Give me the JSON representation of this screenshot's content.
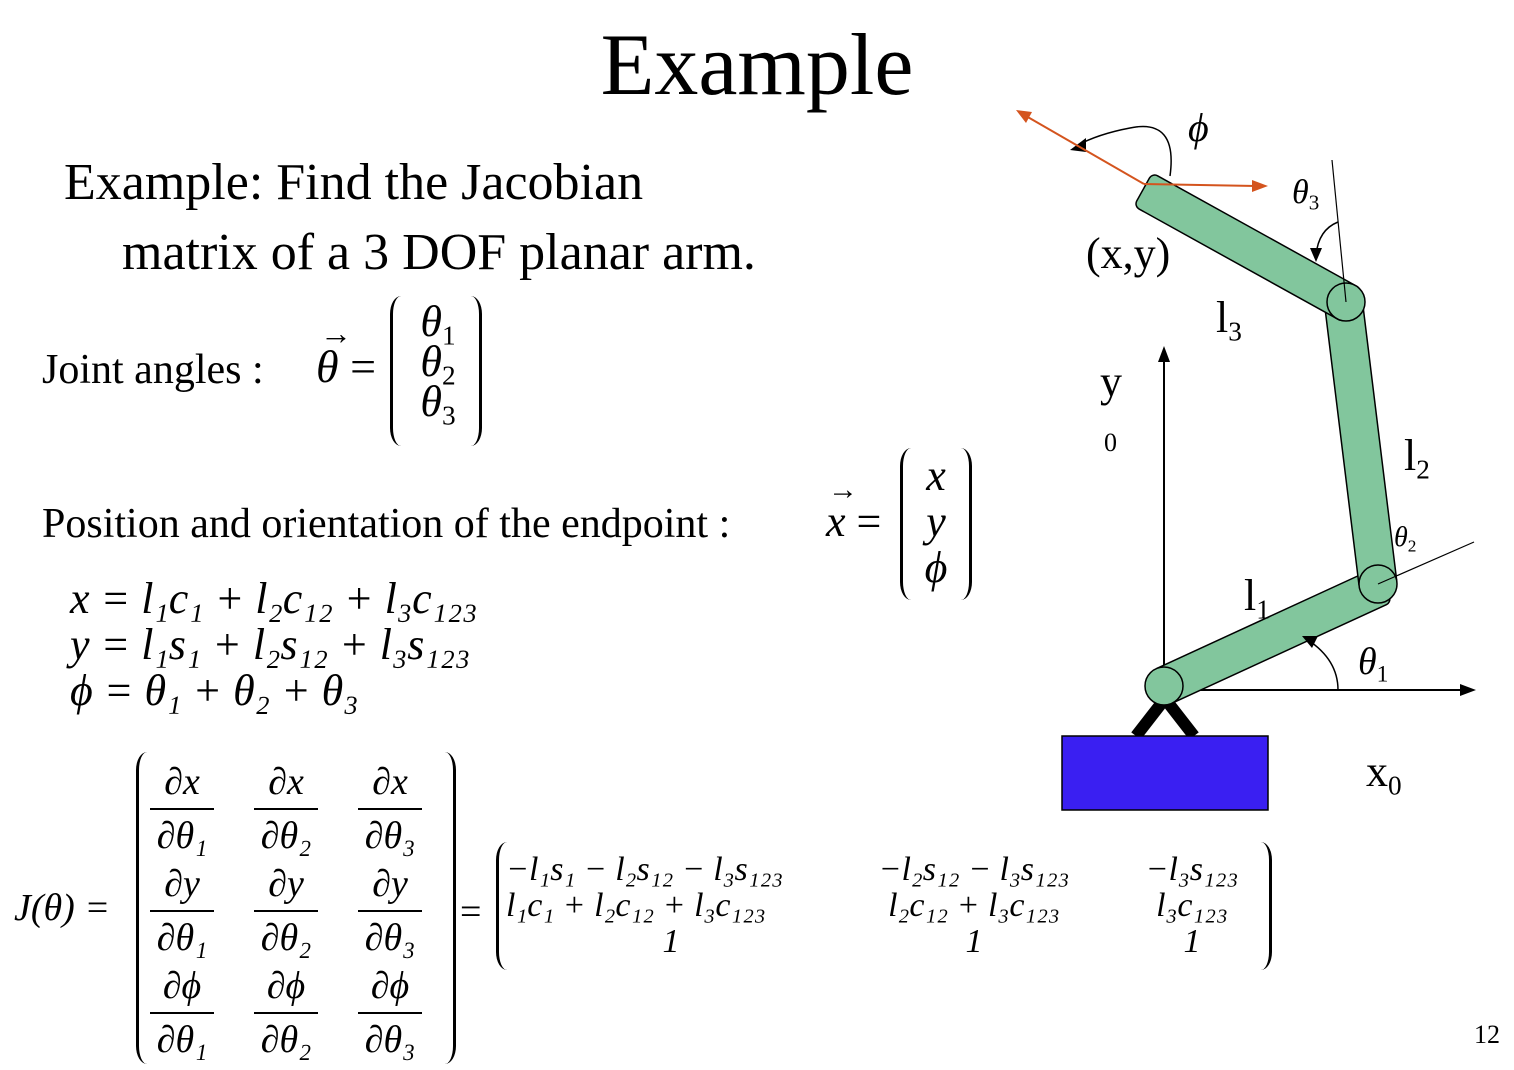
{
  "title": "Example",
  "problem": {
    "line1": "Example: Find the Jacobian",
    "line2": "matrix of a 3 DOF planar arm."
  },
  "joint_angles": {
    "label": "Joint angles :",
    "symbol": "θ",
    "entries": [
      [
        "θ",
        "1"
      ],
      [
        "θ",
        "2"
      ],
      [
        "θ",
        "3"
      ]
    ]
  },
  "endpoint": {
    "label": "Position and orientation of  the endpoint :",
    "symbol": "x",
    "entries": [
      "x",
      "y",
      "ϕ"
    ]
  },
  "equations": {
    "x": "x = l₁c₁ + l₂c₁₂ + l₃c₁₂₃",
    "y": "y = l₁s₁ + l₂s₁₂ + l₃s₁₂₃",
    "phi": "ϕ = θ₁ + θ₂ + θ₃"
  },
  "jacobian": {
    "lhs": "J(θ) =",
    "partials": [
      [
        "∂x",
        "∂θ₁"
      ],
      [
        "∂x",
        "∂θ₂"
      ],
      [
        "∂x",
        "∂θ₃"
      ],
      [
        "∂y",
        "∂θ₁"
      ],
      [
        "∂y",
        "∂θ₂"
      ],
      [
        "∂y",
        "∂θ₃"
      ],
      [
        "∂ϕ",
        "∂θ₁"
      ],
      [
        "∂ϕ",
        "∂θ₂"
      ],
      [
        "∂ϕ",
        "∂θ₃"
      ]
    ],
    "result": [
      "−l₁s₁ − l₂s₁₂ − l₃s₁₂₃",
      "−l₂s₁₂ − l₃s₁₂₃",
      "−l₃s₁₂₃",
      "l₁c₁ + l₂c₁₂ + l₃c₁₂₃",
      "l₂c₁₂ + l₃c₁₂₃",
      "l₃c₁₂₃",
      "1",
      "1",
      "1"
    ]
  },
  "diagram": {
    "label_phi": "ϕ",
    "label_theta3": [
      "θ",
      "3"
    ],
    "label_xy": "(x,y)",
    "label_l3": [
      "l",
      "3"
    ],
    "label_y": "y",
    "label_y0": "0",
    "label_l2": [
      "l",
      "2"
    ],
    "label_theta2": [
      "θ",
      "2"
    ],
    "label_l1": [
      "l",
      "1"
    ],
    "label_theta1": [
      "θ",
      "1"
    ],
    "label_x0": [
      "x",
      "0"
    ],
    "link_color": "#82c69d",
    "base_color": "#3a1ff2",
    "arrow_color": "#d4541e"
  },
  "page_number": "12"
}
